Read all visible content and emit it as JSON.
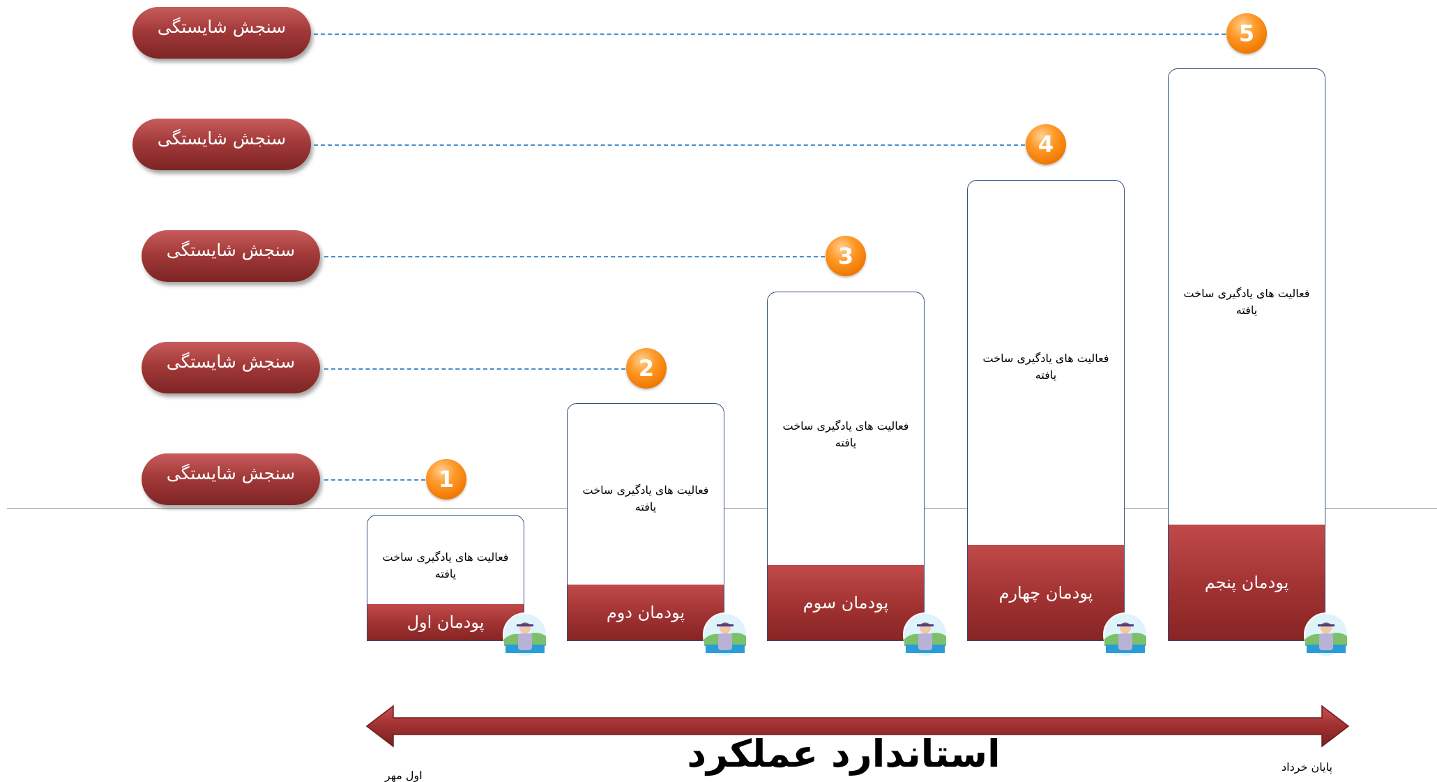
{
  "assessments": [
    {
      "label": "سنجش شایستگی",
      "badge": "1"
    },
    {
      "label": "سنجش شایستگی",
      "badge": "2"
    },
    {
      "label": "سنجش شایستگی",
      "badge": "3"
    },
    {
      "label": "سنجش شایستگی",
      "badge": "4"
    },
    {
      "label": "سنجش شایستگی",
      "badge": "5"
    }
  ],
  "modules": [
    {
      "activity": "فعالیت های یادگیری ساخت یافته",
      "name": "پودمان اول"
    },
    {
      "activity": "فعالیت های یادگیری ساخت یافته",
      "name": "پودمان دوم"
    },
    {
      "activity": "فعالیت های یادگیری ساخت یافته",
      "name": "پودمان سوم"
    },
    {
      "activity": "فعالیت های یادگیری ساخت یافته",
      "name": "پودمان چهارم"
    },
    {
      "activity": "فعالیت های یادگیری ساخت یافته",
      "name": "پودمان پنجم"
    }
  ],
  "timeline": {
    "title": "استاندارد عملکرد",
    "start_label": "اول مهر",
    "end_label": "پایان خرداد"
  },
  "colors": {
    "pill": "#a33a3a",
    "module_bottom": "#9e3030",
    "badge": "#f07800",
    "dash": "#4a8fc8",
    "box_border": "#2f4f7f",
    "arrow": "#a03030"
  },
  "icons": {
    "avatar": "student-avatar-icon",
    "arrow": "double-arrow-icon"
  }
}
